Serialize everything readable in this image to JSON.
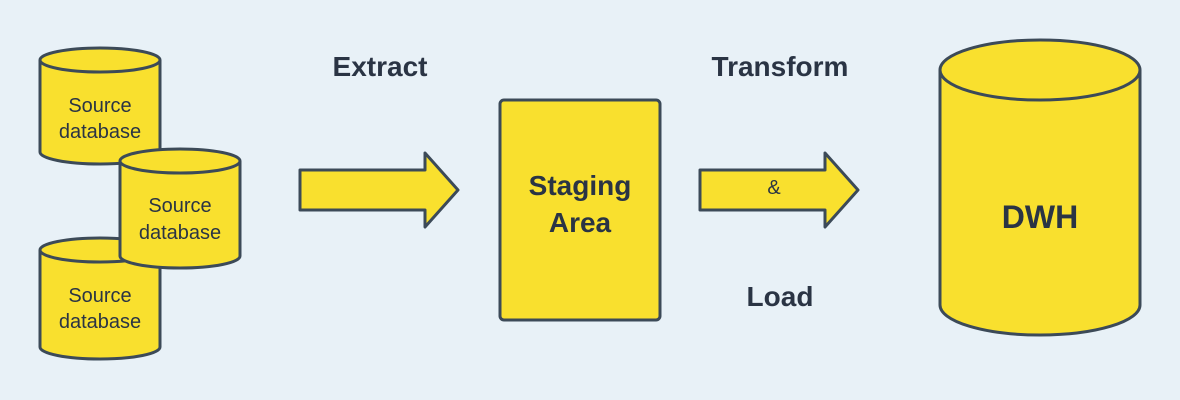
{
  "colors": {
    "background": "#e8f1f7",
    "shape_fill": "#f9e02e",
    "shape_stroke": "#3c4a58",
    "text": "#2a3444"
  },
  "sources": [
    {
      "line1": "Source",
      "line2": "database"
    },
    {
      "line1": "Source",
      "line2": "database"
    },
    {
      "line1": "Source",
      "line2": "database"
    }
  ],
  "extract": {
    "label": "Extract"
  },
  "staging": {
    "line1": "Staging",
    "line2": "Area"
  },
  "transform": {
    "label": "Transform",
    "amp": "&",
    "load": "Load"
  },
  "dwh": {
    "label": "DWH"
  }
}
